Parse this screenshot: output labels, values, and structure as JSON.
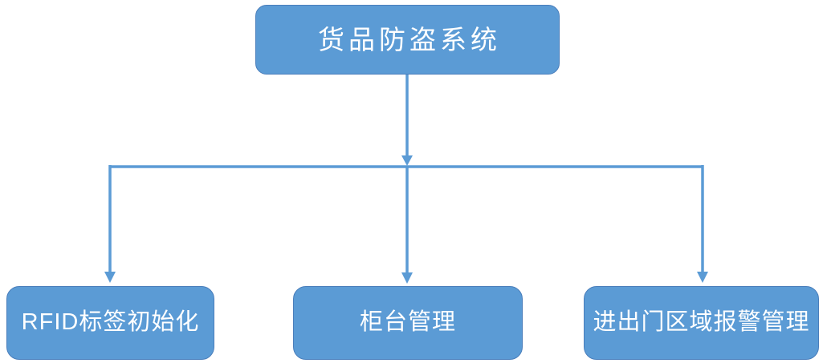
{
  "diagram": {
    "type": "flowchart",
    "title": "货品防盗系统",
    "root": {
      "id": "root",
      "label": "货品防盗系统"
    },
    "children": [
      {
        "id": "rfid-tag-initialization",
        "label": "RFID标签初始化"
      },
      {
        "id": "counter-management",
        "label": "柜台管理"
      },
      {
        "id": "entry-exit-area-alarm-management",
        "label": "进出门区域报警管理"
      }
    ],
    "connections": [
      {
        "from": "root",
        "to": "rfid-tag-initialization",
        "style": "elbow",
        "arrow": "down"
      },
      {
        "from": "root",
        "to": "counter-management",
        "style": "elbow",
        "arrow": "down"
      },
      {
        "from": "root",
        "to": "entry-exit-area-alarm-management",
        "style": "elbow",
        "arrow": "down"
      }
    ],
    "colors": {
      "node_fill": "#5B9BD5",
      "node_border": "#4A7EBB",
      "connector": "#5B9BD5",
      "text": "#FFFFFF",
      "background": "#FFFFFF"
    }
  }
}
